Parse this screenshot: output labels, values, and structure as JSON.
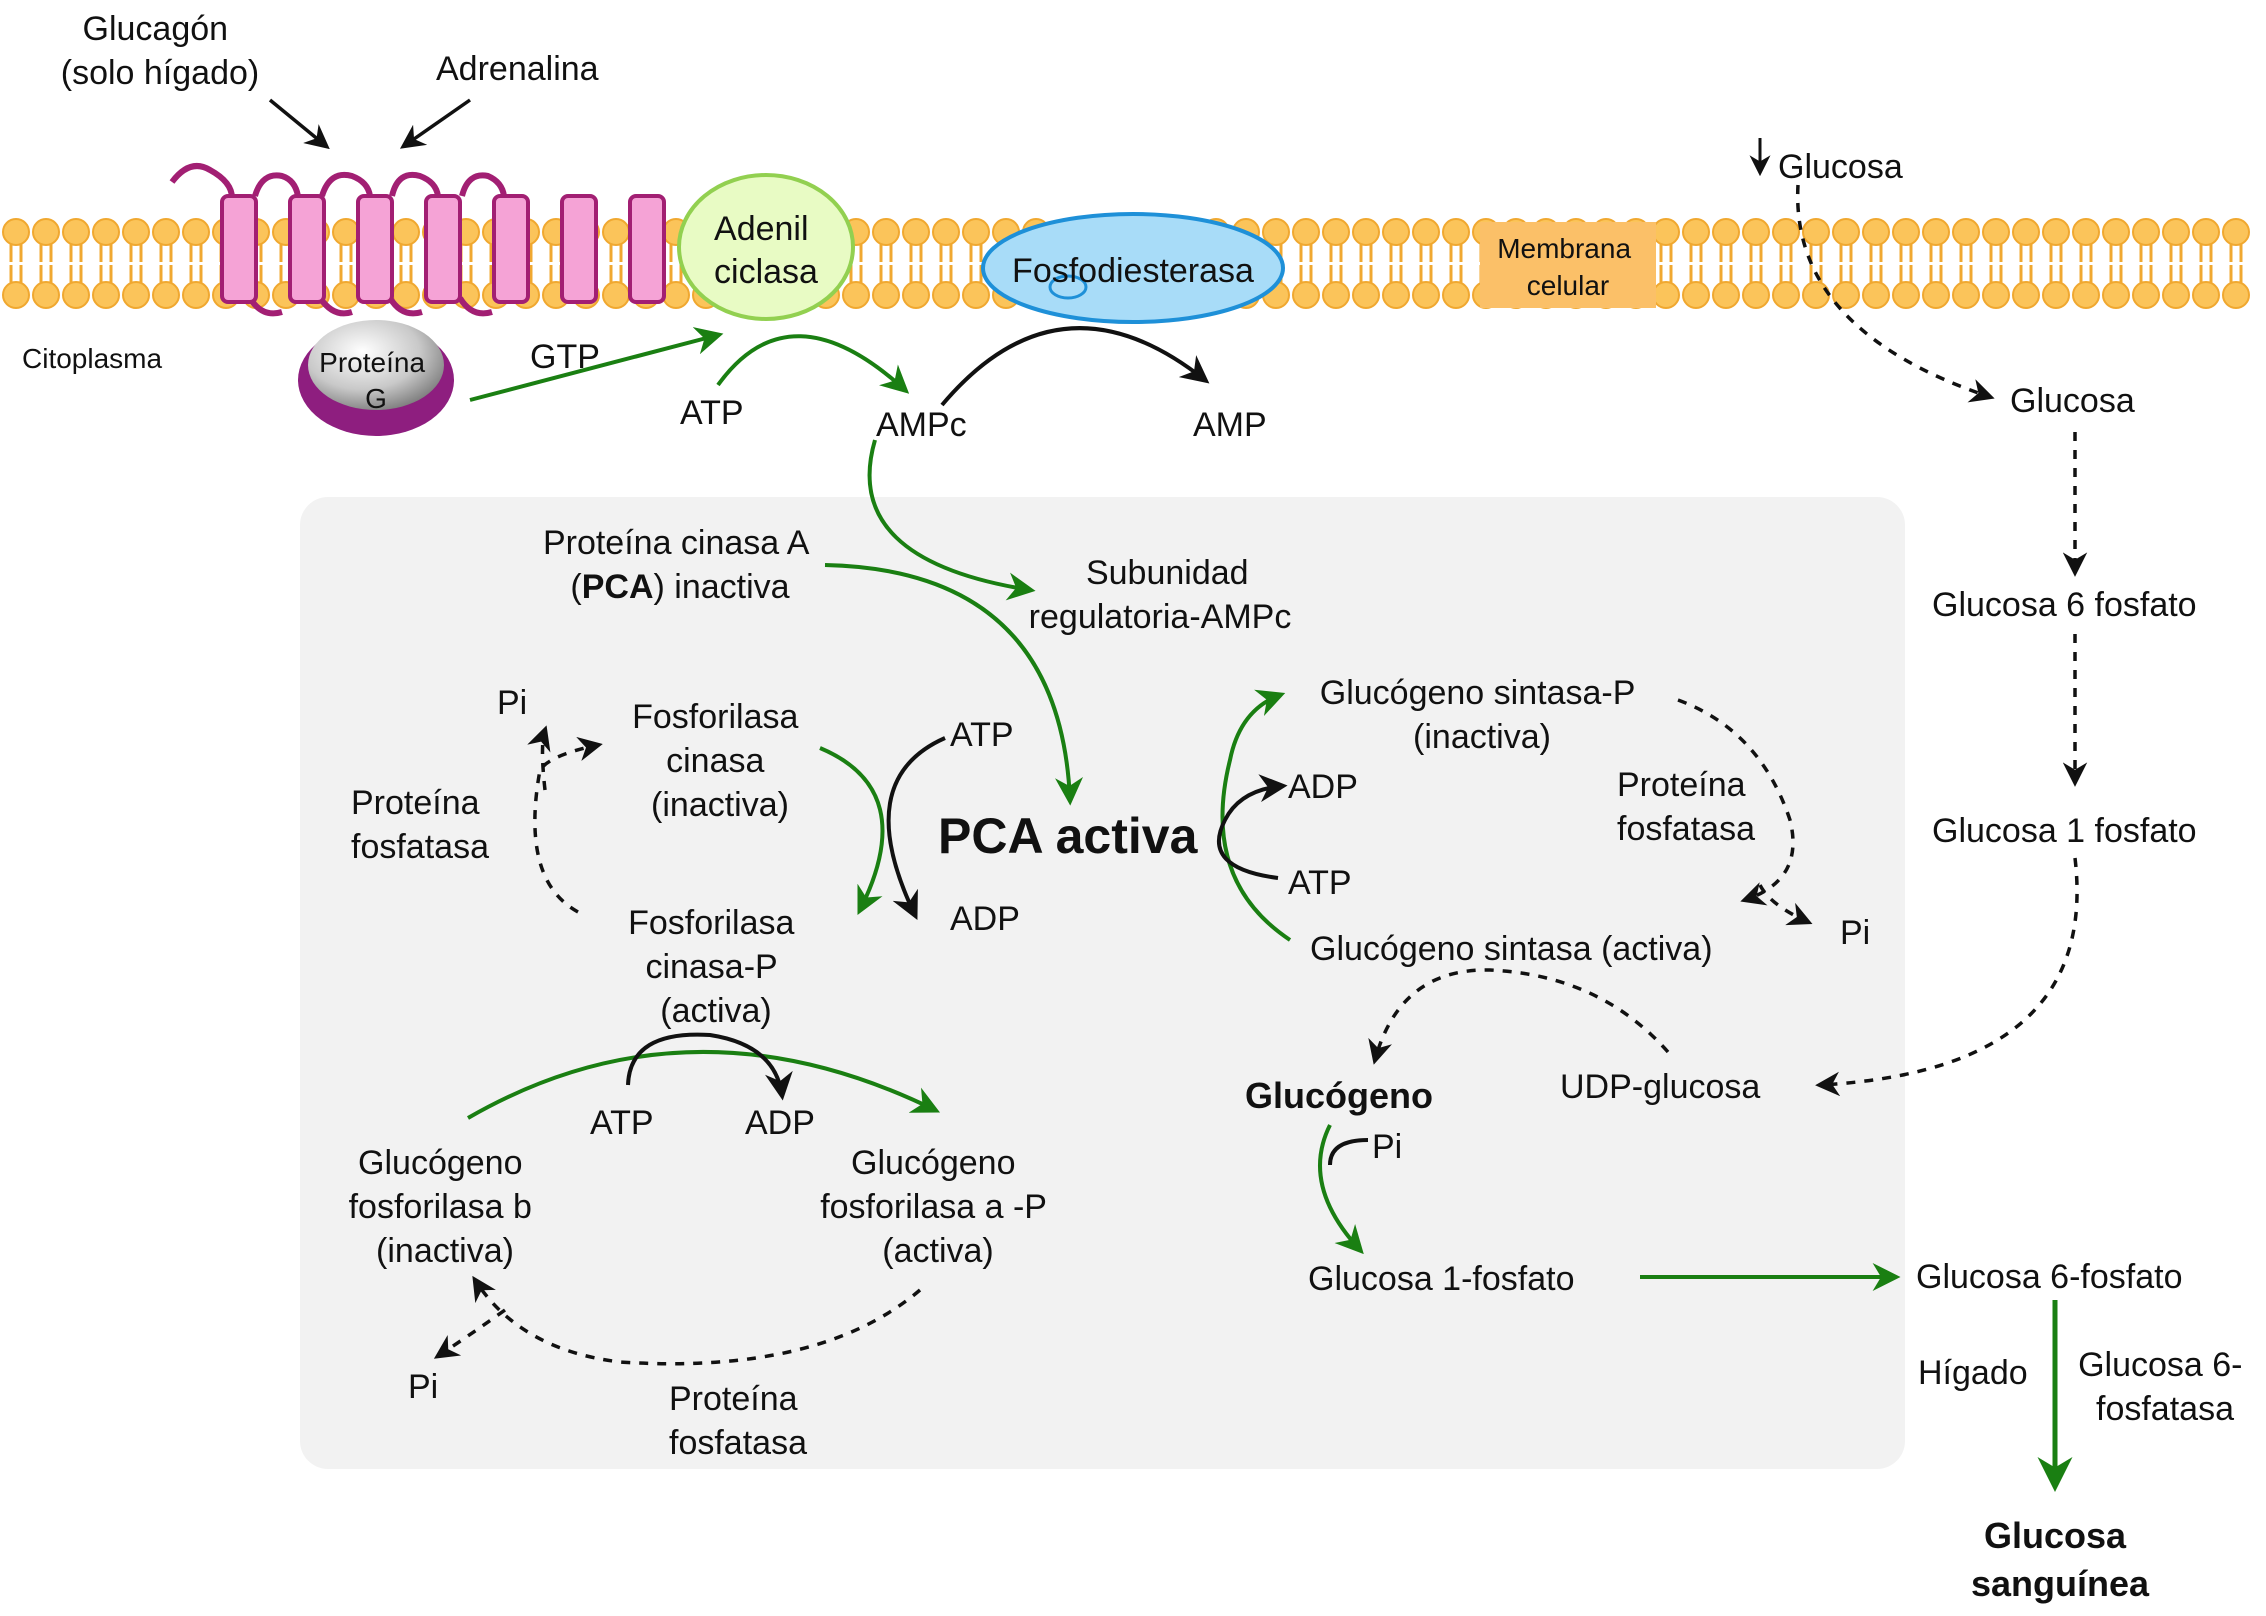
{
  "labels": {
    "glucagon_1": "Glucagón",
    "glucagon_2": "(solo hígado)",
    "adrenalina": "Adrenalina",
    "citoplasma": "Citoplasma",
    "proteina_g_1": "Proteína",
    "proteina_g_2": "G",
    "gtp": "GTP",
    "adenil_1": "Adenil",
    "adenil_2": "ciclasa",
    "fosfodiesterasa": "Fosfodiesterasa",
    "membrana_1": "Membrana",
    "membrana_2": "celular",
    "atp_top": "ATP",
    "ampc": "AMPc",
    "amp": "AMP",
    "glucosa_ext": "Glucosa",
    "glucosa_int": "Glucosa",
    "glucosa_6_fosfato_right": "Glucosa 6 fosfato",
    "glucosa_1_fosfato_right": "Glucosa 1 fosfato",
    "pca_inactiva_1": "Proteína cinasa A",
    "pca_inactiva_2_open": "(",
    "pca_inactiva_2_bold": "PCA",
    "pca_inactiva_2_rest": ") inactiva",
    "subunidad_1": "Subunidad",
    "subunidad_2": "regulatoria-AMPc",
    "pca_activa": "PCA activa",
    "pi_top_left": "Pi",
    "fosforilasa_cinasa_1": "Fosforilasa",
    "fosforilasa_cinasa_2": "cinasa",
    "fosforilasa_cinasa_3": "(inactiva)",
    "atp_left": "ATP",
    "adp_left": "ADP",
    "prot_fosfatasa_left_1": "Proteína",
    "prot_fosfatasa_left_2": "fosfatasa",
    "fosforilasa_cinasa_p_1": "Fosforilasa",
    "fosforilasa_cinasa_p_2": "cinasa-P",
    "fosforilasa_cinasa_p_3": "(activa)",
    "atp_bottom": "ATP",
    "adp_bottom": "ADP",
    "gluc_fosforilasa_b_1": "Glucógeno",
    "gluc_fosforilasa_b_2": "fosforilasa b",
    "gluc_fosforilasa_b_3": "(inactiva)",
    "gluc_fosforilasa_a_1": "Glucógeno",
    "gluc_fosforilasa_a_2": "fosforilasa a -P",
    "gluc_fosforilasa_a_3": "(activa)",
    "pi_bottom_left": "Pi",
    "prot_fosfatasa_bottom_1": "Proteína",
    "prot_fosfatasa_bottom_2": "fosfatasa",
    "gluc_sintasa_p_1": "Glucógeno sintasa-P",
    "gluc_sintasa_p_2": "(inactiva)",
    "adp_right": "ADP",
    "atp_right": "ATP",
    "prot_fosfatasa_right_1": "Proteína",
    "prot_fosfatasa_right_2": "fosfatasa",
    "pi_right": "Pi",
    "gluc_sintasa_activa": "Glucógeno sintasa (activa)",
    "glucogeno": "Glucógeno",
    "udp_glucosa": "UDP-glucosa",
    "pi_glucogeno": "Pi",
    "glucosa_1_fosfato": "Glucosa 1-fosfato",
    "glucosa_6_fosfato": "Glucosa 6-fosfato",
    "higado": "Hígado",
    "g6fasa_1": "Glucosa 6-",
    "g6fasa_2": "fosfatasa",
    "glucosa_sanguinea_1": "Glucosa",
    "glucosa_sanguinea_2": "sanguínea"
  },
  "colors": {
    "lipid_head": "#FBC45A",
    "lipid_tail": "#F0A830",
    "receptor": "#F5A3D6",
    "receptor_loop": "#A21F73",
    "protein_g_ring": "#8E1E7F",
    "adenil_fill": "#E8FBC4",
    "adenil_stroke": "#92D050",
    "fosfodiesterasa_fill": "#A8DCF8",
    "fosfodiesterasa_stroke": "#1E90D8",
    "membrana_label_bg": "#FBC068",
    "panel_bg": "#F2F2F2",
    "green_arrow": "#1A7F12",
    "black_arrow": "#111111"
  }
}
